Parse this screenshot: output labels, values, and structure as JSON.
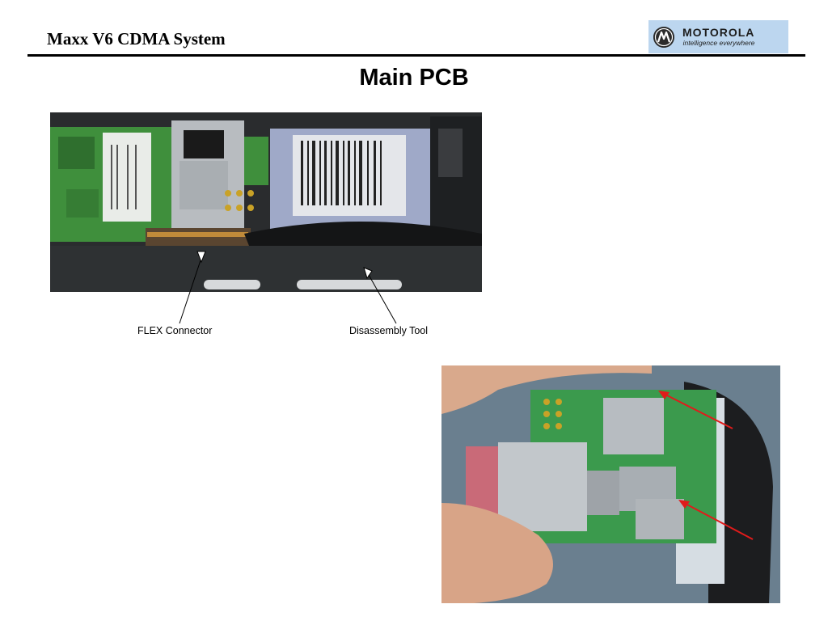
{
  "header": {
    "title": "Maxx V6 CDMA System",
    "logo": {
      "brand": "MOTOROLA",
      "tagline": "intelligence everywhere",
      "color": "#bcd6ef"
    }
  },
  "page": {
    "title": "Main PCB"
  },
  "figure_top": {
    "callouts": {
      "flex_connector": "FLEX Connector",
      "disassembly_tool": "Disassembly Tool"
    }
  },
  "colors": {
    "pcb_green": "#3f8f3c",
    "shield_metal": "#b8bcc0",
    "housing_dark": "#1e2022",
    "annotation_arrow": "#e01b1b"
  }
}
